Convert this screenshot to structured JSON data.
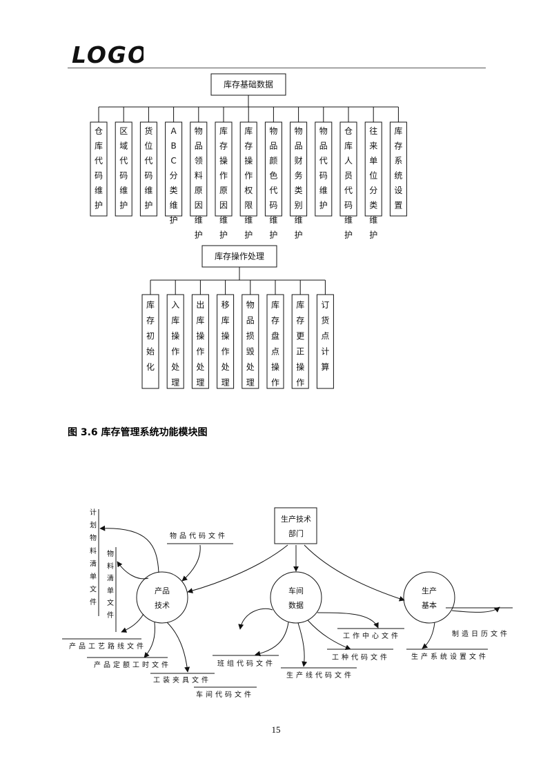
{
  "header": {
    "logo_text": "LOGO",
    "brand_color": "#1a73c9"
  },
  "tree1": {
    "root": "库存基础数据",
    "children": [
      "仓库代码维护",
      "区域代码维护",
      "货位代码维护",
      "ABC分类维护",
      "物品领料原因维护",
      "库存操作原因维护",
      "库存操作权限维护",
      "物品颜色代码维护",
      "物品财务类别维护",
      "物品代码维护",
      "仓库人员代码维护",
      "往来单位分类维护",
      "库存系统设置"
    ]
  },
  "tree2": {
    "root": "库存操作处理",
    "children": [
      "库存初始化",
      "入库操作处理",
      "出库操作处理",
      "移库操作处理",
      "物品损毁处理",
      "库存盘点操作",
      "库存更正操作",
      "订货点计算"
    ]
  },
  "caption": "图 3.6 库存管理系统功能模块图",
  "dfd": {
    "entity": "生产技术部门",
    "processes": [
      {
        "label": "产品技术"
      },
      {
        "label": "车间数据"
      },
      {
        "label": "生产基本"
      }
    ],
    "stores": [
      "物品代码文件",
      "计划物料清单文件",
      "物料清单文件",
      "产品工艺路线文件",
      "产品定额工时文件",
      "工装夹具文件",
      "车间代码文件",
      "班组代码文件",
      "生产线代码文件",
      "工作中心文件",
      "工种代码文件",
      "制造日历文件",
      "生产系统设置文件"
    ]
  },
  "page_number": "15"
}
